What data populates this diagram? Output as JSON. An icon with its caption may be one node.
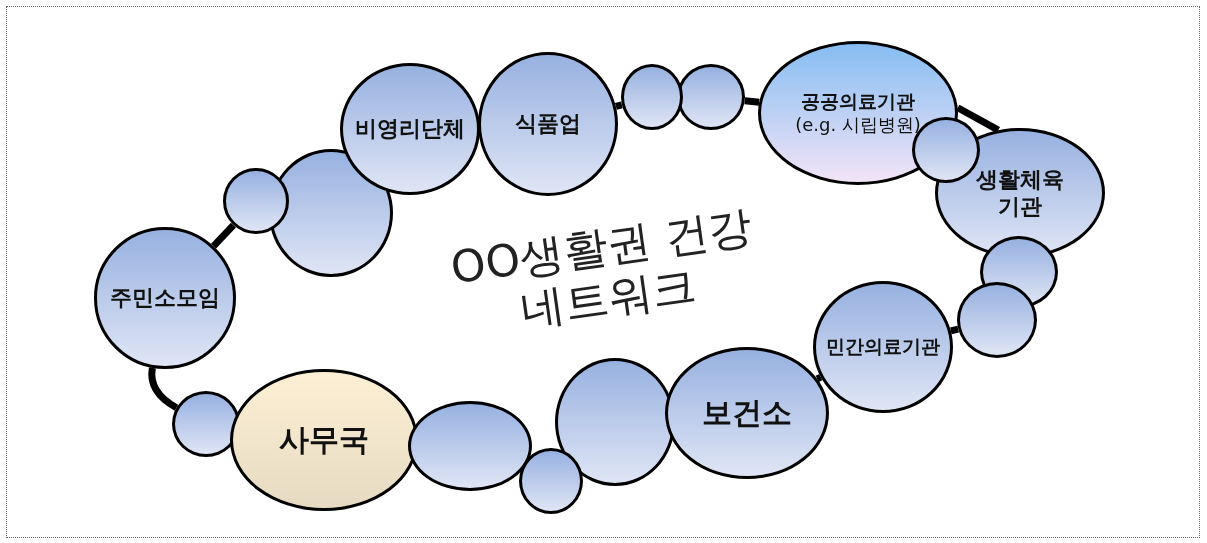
{
  "diagram": {
    "nodes": [
      {
        "text": [
          "주민소모임"
        ]
      },
      {
        "text": [],
        "shape": "circle"
      },
      {
        "text": [],
        "shape": "circle"
      },
      {
        "text": [
          "비영리단체"
        ]
      },
      {
        "text": [
          "식품업"
        ]
      },
      {
        "text": [],
        "shape": "circle"
      },
      {
        "text": [],
        "shape": "circle"
      },
      {
        "text": [
          "공공의료기관",
          "(e.g. 시립병원)"
        ]
      },
      {
        "text": [],
        "shape": "circle"
      },
      {
        "text": [
          "생활체육 기관"
        ]
      },
      {
        "text": [],
        "shape": "circle"
      },
      {
        "text": [],
        "shape": "circle"
      },
      {
        "text": [
          "민간의료기관"
        ]
      },
      {
        "text": [
          "보건소"
        ]
      },
      {
        "text": [],
        "shape": "circle"
      },
      {
        "text": [],
        "shape": "circle"
      },
      {
        "text": [],
        "shape": "circle"
      },
      {
        "text": [
          "사무국"
        ]
      },
      {
        "text": [],
        "shape": "circle"
      }
    ],
    "edges": [
      {
        "from": 0,
        "to": 1,
        "arrow": "none"
      },
      {
        "from": 4,
        "to": 5,
        "arrow": "none"
      },
      {
        "from": 6,
        "to": 7,
        "arrow": "none"
      },
      {
        "from": 7,
        "to": 9,
        "arrow": "none"
      },
      {
        "from": 11,
        "to": 12,
        "arrow": "none"
      },
      {
        "from": 12,
        "to": 13,
        "arrow": "none"
      },
      {
        "from": 0,
        "to": 18,
        "arrow": "none"
      }
    ],
    "labels": [
      "OO생활권 건강네트워크"
    ]
  }
}
